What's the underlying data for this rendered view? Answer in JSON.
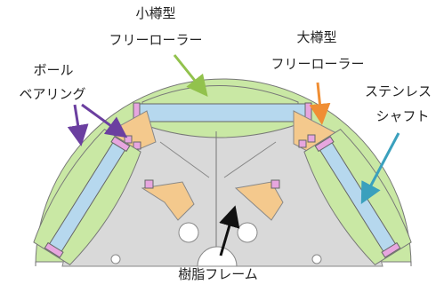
{
  "labels": {
    "small_roller_1": "小樽型",
    "small_roller_2": "フリーローラー",
    "large_roller_1": "大樽型",
    "large_roller_2": "フリーローラー",
    "ball_bearing_1": "ボール",
    "ball_bearing_2": "ベアリング",
    "shaft_1": "ステンレス",
    "shaft_2": "シャフト",
    "frame": "樹脂フレーム"
  },
  "colors": {
    "roller_green": "#c9e8a4",
    "shaft_blue": "#b6d8ee",
    "bracket_orange": "#f4c98d",
    "bearing_pink": "#e7a6df",
    "frame_gray": "#d9d9d9",
    "arrow_green": "#92c24d",
    "arrow_orange": "#f08e34",
    "arrow_blue": "#3aa0bd",
    "arrow_purple": "#6b3fa0",
    "arrow_black": "#111111"
  }
}
